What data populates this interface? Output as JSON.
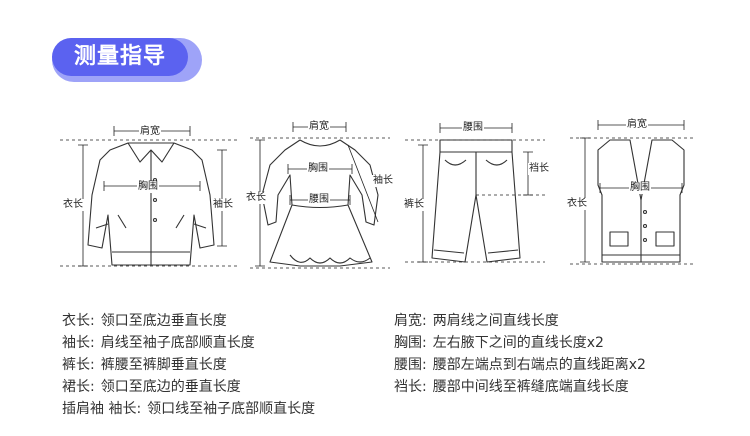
{
  "header": {
    "title": "测量指导"
  },
  "garments": {
    "jacket": {
      "shoulder": "肩宽",
      "chest": "胸围",
      "length": "衣长",
      "sleeve": "袖长"
    },
    "dress": {
      "shoulder": "肩宽",
      "chest": "胸围",
      "waist": "腰围",
      "length": "衣长",
      "sleeve": "袖长"
    },
    "pants": {
      "waist": "腰围",
      "length": "裤长",
      "rise": "裆长"
    },
    "vest": {
      "shoulder": "肩宽",
      "chest": "胸围",
      "length": "衣长"
    }
  },
  "definitions": {
    "left": [
      {
        "key": "衣长:",
        "text": "领口至底边垂直长度"
      },
      {
        "key": "袖长:",
        "text": "肩线至袖子底部顺直长度"
      },
      {
        "key": "裤长:",
        "text": "裤腰至裤脚垂直长度"
      },
      {
        "key": "裙长:",
        "text": "领口至底边的垂直长度"
      },
      {
        "key": "插肩袖 袖长:",
        "text": "领口线至袖子底部顺直长度"
      }
    ],
    "right": [
      {
        "key": "肩宽:",
        "text": "两肩线之间直线长度"
      },
      {
        "key": "胸围:",
        "text": "左右腋下之间的直线长度x2"
      },
      {
        "key": "腰围:",
        "text": "腰部左端点到右端点的直线距离x2"
      },
      {
        "key": "裆长:",
        "text": "腰部中间线至裤缝底端直线长度"
      }
    ]
  }
}
